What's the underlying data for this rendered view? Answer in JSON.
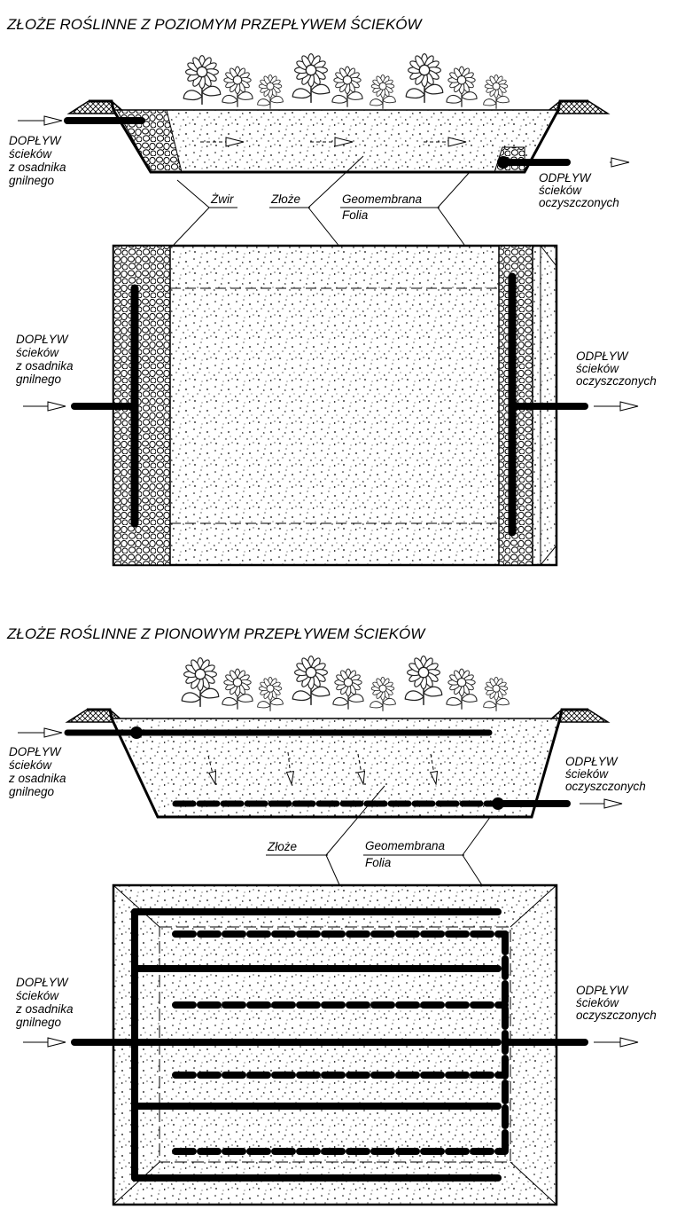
{
  "section_horizontal": {
    "title": "ZŁOŻE ROŚLINNE Z POZIOMYM PRZEPŁYWEM ŚCIEKÓW",
    "inflow": [
      "DOPŁYW",
      "ścieków",
      "z osadnika",
      "gnilnego"
    ],
    "outflow": [
      "ODPŁYW",
      "ścieków",
      "oczyszczonych"
    ],
    "label_gravel": "Żwir",
    "label_bed": "Złoże",
    "label_geomembrane": "Geomembrana",
    "label_foil": "Folia"
  },
  "section_vertical": {
    "title": "ZŁOŻE ROŚLINNE Z PIONOWYM PRZEPŁYWEM ŚCIEKÓW",
    "inflow": [
      "DOPŁYW",
      "ścieków",
      "z osadnika",
      "gnilnego"
    ],
    "outflow": [
      "ODPŁYW",
      "ścieków",
      "oczyszczonych"
    ],
    "label_bed": "Złoże",
    "label_geomembrane": "Geomembrana",
    "label_foil": "Folia"
  },
  "colors": {
    "ink": "#000000",
    "paper": "#ffffff",
    "plant_stroke": "#222222"
  }
}
